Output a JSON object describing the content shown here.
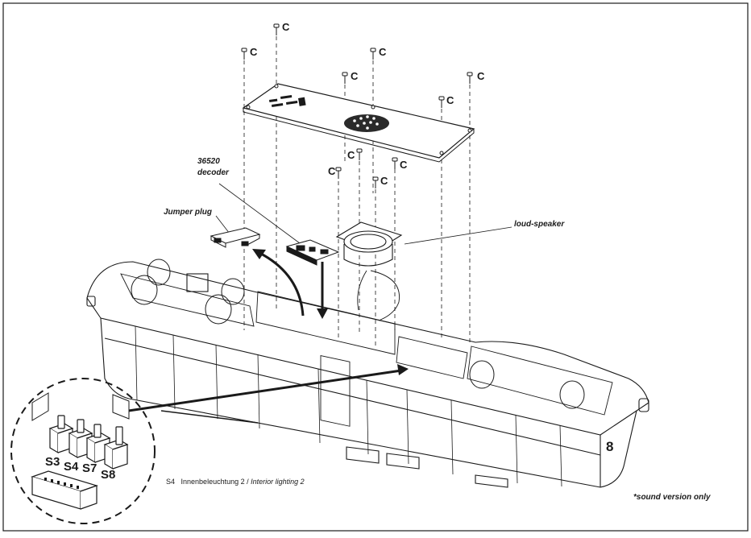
{
  "screw_label": "C",
  "decoder": {
    "number": "36520",
    "name": "decoder"
  },
  "jumper_plug": "Jumper plug",
  "loudspeaker": "loud-speaker",
  "switches": [
    "S3",
    "S4",
    "S7",
    "S8"
  ],
  "interior_lighting": {
    "switch": "S4",
    "de": "Innenbeleuchtung 2",
    "sep": " / ",
    "en": "Interior lighting 2"
  },
  "sound_note": "*sound version only",
  "loco_number": "8",
  "colors": {
    "line": "#1a1a1a",
    "background": "#ffffff"
  }
}
